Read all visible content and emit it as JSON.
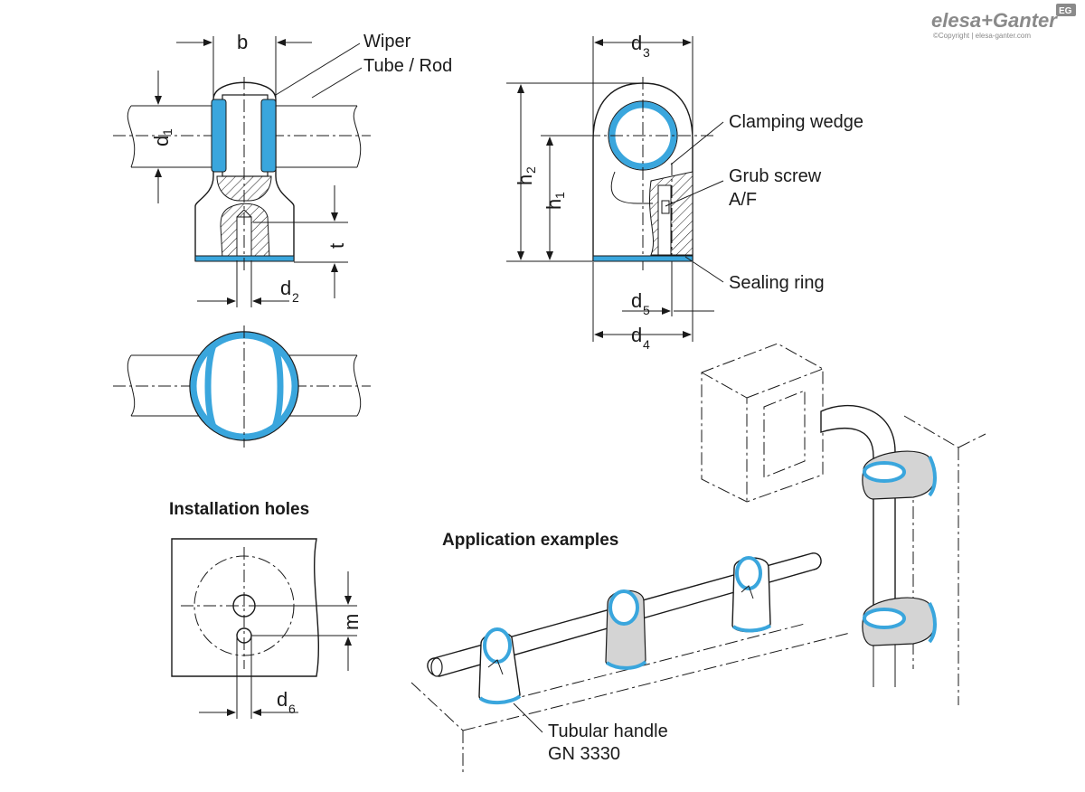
{
  "brand": {
    "logo_text": "elesa+Ganter",
    "copyright": "©Copyright | elesa-ganter.com",
    "badge": "EG"
  },
  "labels": {
    "wiper": "Wiper",
    "tube_rod": "Tube / Rod",
    "clamping_wedge": "Clamping wedge",
    "grub_screw_line1": "Grub screw",
    "grub_screw_line2": "A/F",
    "sealing_ring": "Sealing ring",
    "installation_holes": "Installation holes",
    "application_examples": "Application examples",
    "tubular_handle_line1": "Tubular handle",
    "tubular_handle_line2": "GN 3330"
  },
  "dimensions": {
    "b": "b",
    "d1": "d",
    "d1_sub": "1",
    "d2": "d",
    "d2_sub": "2",
    "t": "t",
    "d3": "d",
    "d3_sub": "3",
    "h2": "h",
    "h2_sub": "2",
    "h1": "h",
    "h1_sub": "1",
    "d5": "d",
    "d5_sub": "5",
    "d4": "d",
    "d4_sub": "4",
    "m": "m",
    "d6": "d",
    "d6_sub": "6"
  },
  "colors": {
    "accent_blue": "#3aa6dd",
    "part_grey": "#d4d4d4",
    "line": "#1a1a1a"
  }
}
